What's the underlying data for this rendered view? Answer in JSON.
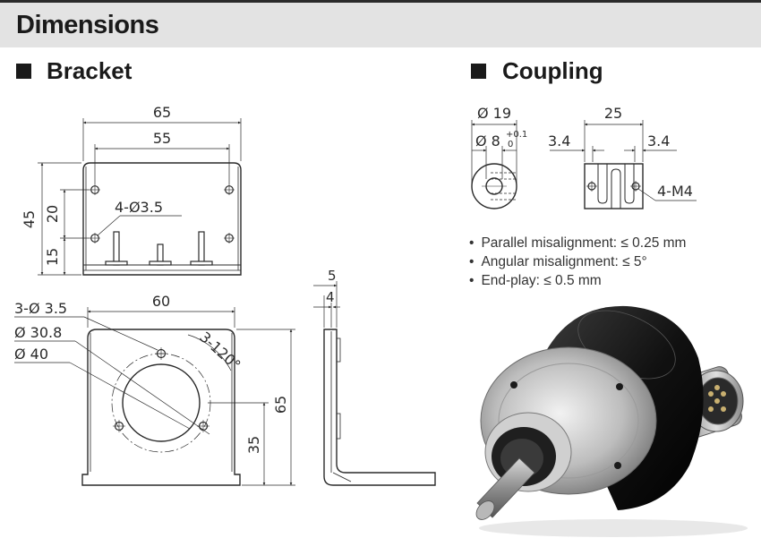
{
  "header": {
    "title": "Dimensions"
  },
  "sections": {
    "bracket": {
      "title": "Bracket"
    },
    "coupling": {
      "title": "Coupling"
    }
  },
  "bracket_top": {
    "dim_width_outer": "65",
    "dim_width_inner": "55",
    "dim_height": "45",
    "dim_hole_upper": "20",
    "dim_hole_lower": "15",
    "hole_callout": "4-Ø3.5"
  },
  "bracket_front": {
    "dim_width": "60",
    "dim_height": "65",
    "dim_center": "35",
    "callout_holes": "3-Ø 3.5",
    "callout_pcd": "Ø 30.8",
    "callout_bore": "Ø 40",
    "callout_angle": "3-120°"
  },
  "bracket_side": {
    "dim_outer": "5",
    "dim_inner": "4"
  },
  "coupling": {
    "dim_outer_dia": "Ø 19",
    "dim_bore_dia": "Ø 8",
    "dim_bore_tol_upper": "+0.1",
    "dim_bore_tol_lower": "0",
    "dim_length": "25",
    "dim_left": "3.4",
    "dim_right": "3.4",
    "screw_callout": "4-M4"
  },
  "notes": [
    "Parallel misalignment: ≤ 0.25 mm",
    "Angular misalignment: ≤ 5°",
    "End-play: ≤ 0.5 mm"
  ],
  "colors": {
    "header_bg": "#e3e3e3",
    "text": "#1a1a1a",
    "line": "#2a2a2a"
  }
}
